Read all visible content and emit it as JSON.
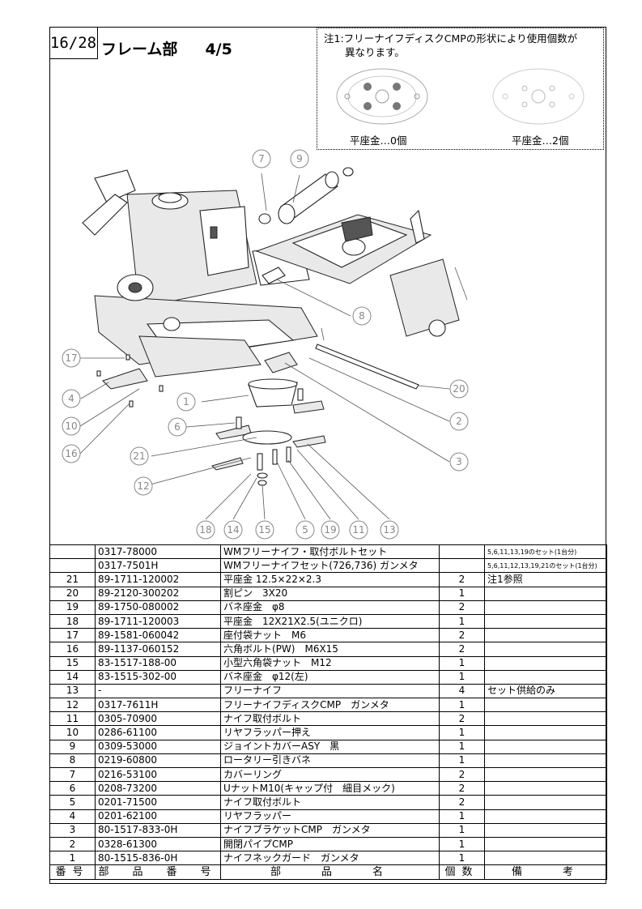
{
  "header": {
    "page_number": "16/28",
    "title": "フレーム部",
    "section": "4/5"
  },
  "note": {
    "line1": "注1:フリーナイフディスクCMPの形状により使用個数が",
    "line2": "異なります。",
    "caption_left": "平座金…0個",
    "caption_right": "平座金…2個"
  },
  "callouts": [
    "7",
    "9",
    "17",
    "4",
    "10",
    "16",
    "1",
    "6",
    "21",
    "12",
    "18",
    "14",
    "15",
    "5",
    "19",
    "11",
    "13",
    "8",
    "20",
    "2",
    "3"
  ],
  "table": {
    "headers": {
      "no": "番号",
      "part_no": "部　品　番　号",
      "name": "部　　品　　名",
      "qty": "個数",
      "remarks": "備　　考"
    },
    "rows": [
      {
        "no": "",
        "part_no": "0317-78000",
        "name": "WMフリーナイフ・取付ボルトセット",
        "qty": "",
        "remarks": "5,6,11,13,19のセット(1台分)"
      },
      {
        "no": "",
        "part_no": "0317-7501H",
        "name": "WMフリーナイフセット(726,736) ガンメタ",
        "qty": "",
        "remarks": "5,6,11,12,13,19,21のセット(1台分)"
      },
      {
        "no": "21",
        "part_no": "89-1711-120002",
        "name": "平座金 12.5×22×2.3",
        "qty": "2",
        "remarks": "注1参照"
      },
      {
        "no": "20",
        "part_no": "89-2120-300202",
        "name": "割ピン　3X20",
        "qty": "1",
        "remarks": ""
      },
      {
        "no": "19",
        "part_no": "89-1750-080002",
        "name": "バネ座金　φ8",
        "qty": "2",
        "remarks": ""
      },
      {
        "no": "18",
        "part_no": "89-1711-120003",
        "name": "平座金　12X21X2.5(ユニクロ)",
        "qty": "1",
        "remarks": ""
      },
      {
        "no": "17",
        "part_no": "89-1581-060042",
        "name": "座付袋ナット　M6",
        "qty": "2",
        "remarks": ""
      },
      {
        "no": "16",
        "part_no": "89-1137-060152",
        "name": "六角ボルト(PW)　M6X15",
        "qty": "2",
        "remarks": ""
      },
      {
        "no": "15",
        "part_no": "83-1517-188-00",
        "name": "小型六角袋ナット　M12",
        "qty": "1",
        "remarks": ""
      },
      {
        "no": "14",
        "part_no": "83-1515-302-00",
        "name": "バネ座金　φ12(左)",
        "qty": "1",
        "remarks": ""
      },
      {
        "no": "13",
        "part_no": "-",
        "name": "フリーナイフ",
        "qty": "4",
        "remarks": "セット供給のみ"
      },
      {
        "no": "12",
        "part_no": "0317-7611H",
        "name": "フリーナイフディスクCMP　ガンメタ",
        "qty": "1",
        "remarks": ""
      },
      {
        "no": "11",
        "part_no": "0305-70900",
        "name": "ナイフ取付ボルト",
        "qty": "2",
        "remarks": ""
      },
      {
        "no": "10",
        "part_no": "0286-61100",
        "name": "リヤフラッパー押え",
        "qty": "1",
        "remarks": ""
      },
      {
        "no": "9",
        "part_no": "0309-53000",
        "name": "ジョイントカバーASY　黒",
        "qty": "1",
        "remarks": ""
      },
      {
        "no": "8",
        "part_no": "0219-60800",
        "name": "ロータリー引きバネ",
        "qty": "1",
        "remarks": ""
      },
      {
        "no": "7",
        "part_no": "0216-53100",
        "name": "カバーリング",
        "qty": "2",
        "remarks": ""
      },
      {
        "no": "6",
        "part_no": "0208-73200",
        "name": "UナットM10(キャップ付　細目メック)",
        "qty": "2",
        "remarks": ""
      },
      {
        "no": "5",
        "part_no": "0201-71500",
        "name": "ナイフ取付ボルト",
        "qty": "2",
        "remarks": ""
      },
      {
        "no": "4",
        "part_no": "0201-62100",
        "name": "リヤフラッパー",
        "qty": "1",
        "remarks": ""
      },
      {
        "no": "3",
        "part_no": "80-1517-833-0H",
        "name": "ナイフブラケットCMP　ガンメタ",
        "qty": "1",
        "remarks": ""
      },
      {
        "no": "2",
        "part_no": "0328-61300",
        "name": "開閉パイプCMP",
        "qty": "1",
        "remarks": ""
      },
      {
        "no": "1",
        "part_no": "80-1515-836-0H",
        "name": "ナイフネックガード　ガンメタ",
        "qty": "1",
        "remarks": ""
      }
    ]
  }
}
